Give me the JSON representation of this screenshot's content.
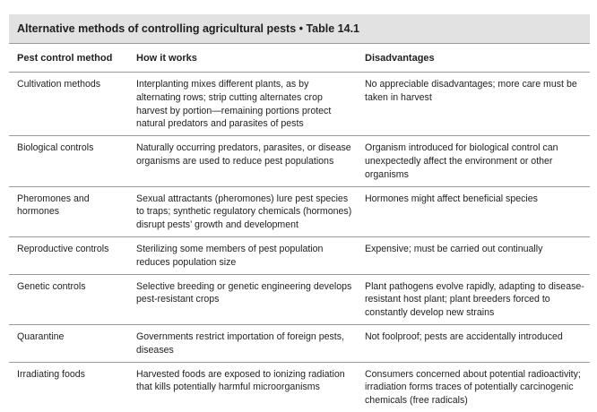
{
  "title": "Alternative  methods of controlling  agricultural pests • Table 14.1",
  "headers": [
    "Pest control method",
    "How it works",
    "Disadvantages"
  ],
  "rows": [
    [
      "Cultivation methods",
      "Interplanting mixes different plants, as by alternating rows; strip cutting alternates crop harvest by portion—remaining portions protect natural predators and parasites of pests",
      "No appreciable disadvantages; more care must be taken in harvest"
    ],
    [
      "Biological controls",
      "Naturally occurring predators, parasites, or disease organisms are used to reduce pest populations",
      "Organism introduced for biological control can unexpectedly affect the environment or other organisms"
    ],
    [
      "Pheromones and hormones",
      "Sexual attractants (pheromones) lure pest species to traps; synthetic regulatory chemicals (hormones) disrupt pests’ growth and development",
      "Hormones might affect beneficial species"
    ],
    [
      "Reproductive controls",
      "Sterilizing some members of pest population reduces population size",
      "Expensive; must be carried out continually"
    ],
    [
      "Genetic controls",
      "Selective breeding or genetic engineering develops pest-resistant crops",
      "Plant pathogens evolve rapidly, adapting to disease-resistant host plant; plant breeders forced to constantly develop new strains"
    ],
    [
      "Quarantine",
      "Governments restrict importation of foreign pests, diseases",
      "Not foolproof; pests are accidentally introduced"
    ],
    [
      "Irradiating foods",
      "Harvested foods are exposed to ionizing radiation that kills potentially harmful microorganisms",
      "Consumers concerned about potential radioactivity; irradiation forms traces of potentially carcinogenic chemicals (free radicals)"
    ]
  ]
}
